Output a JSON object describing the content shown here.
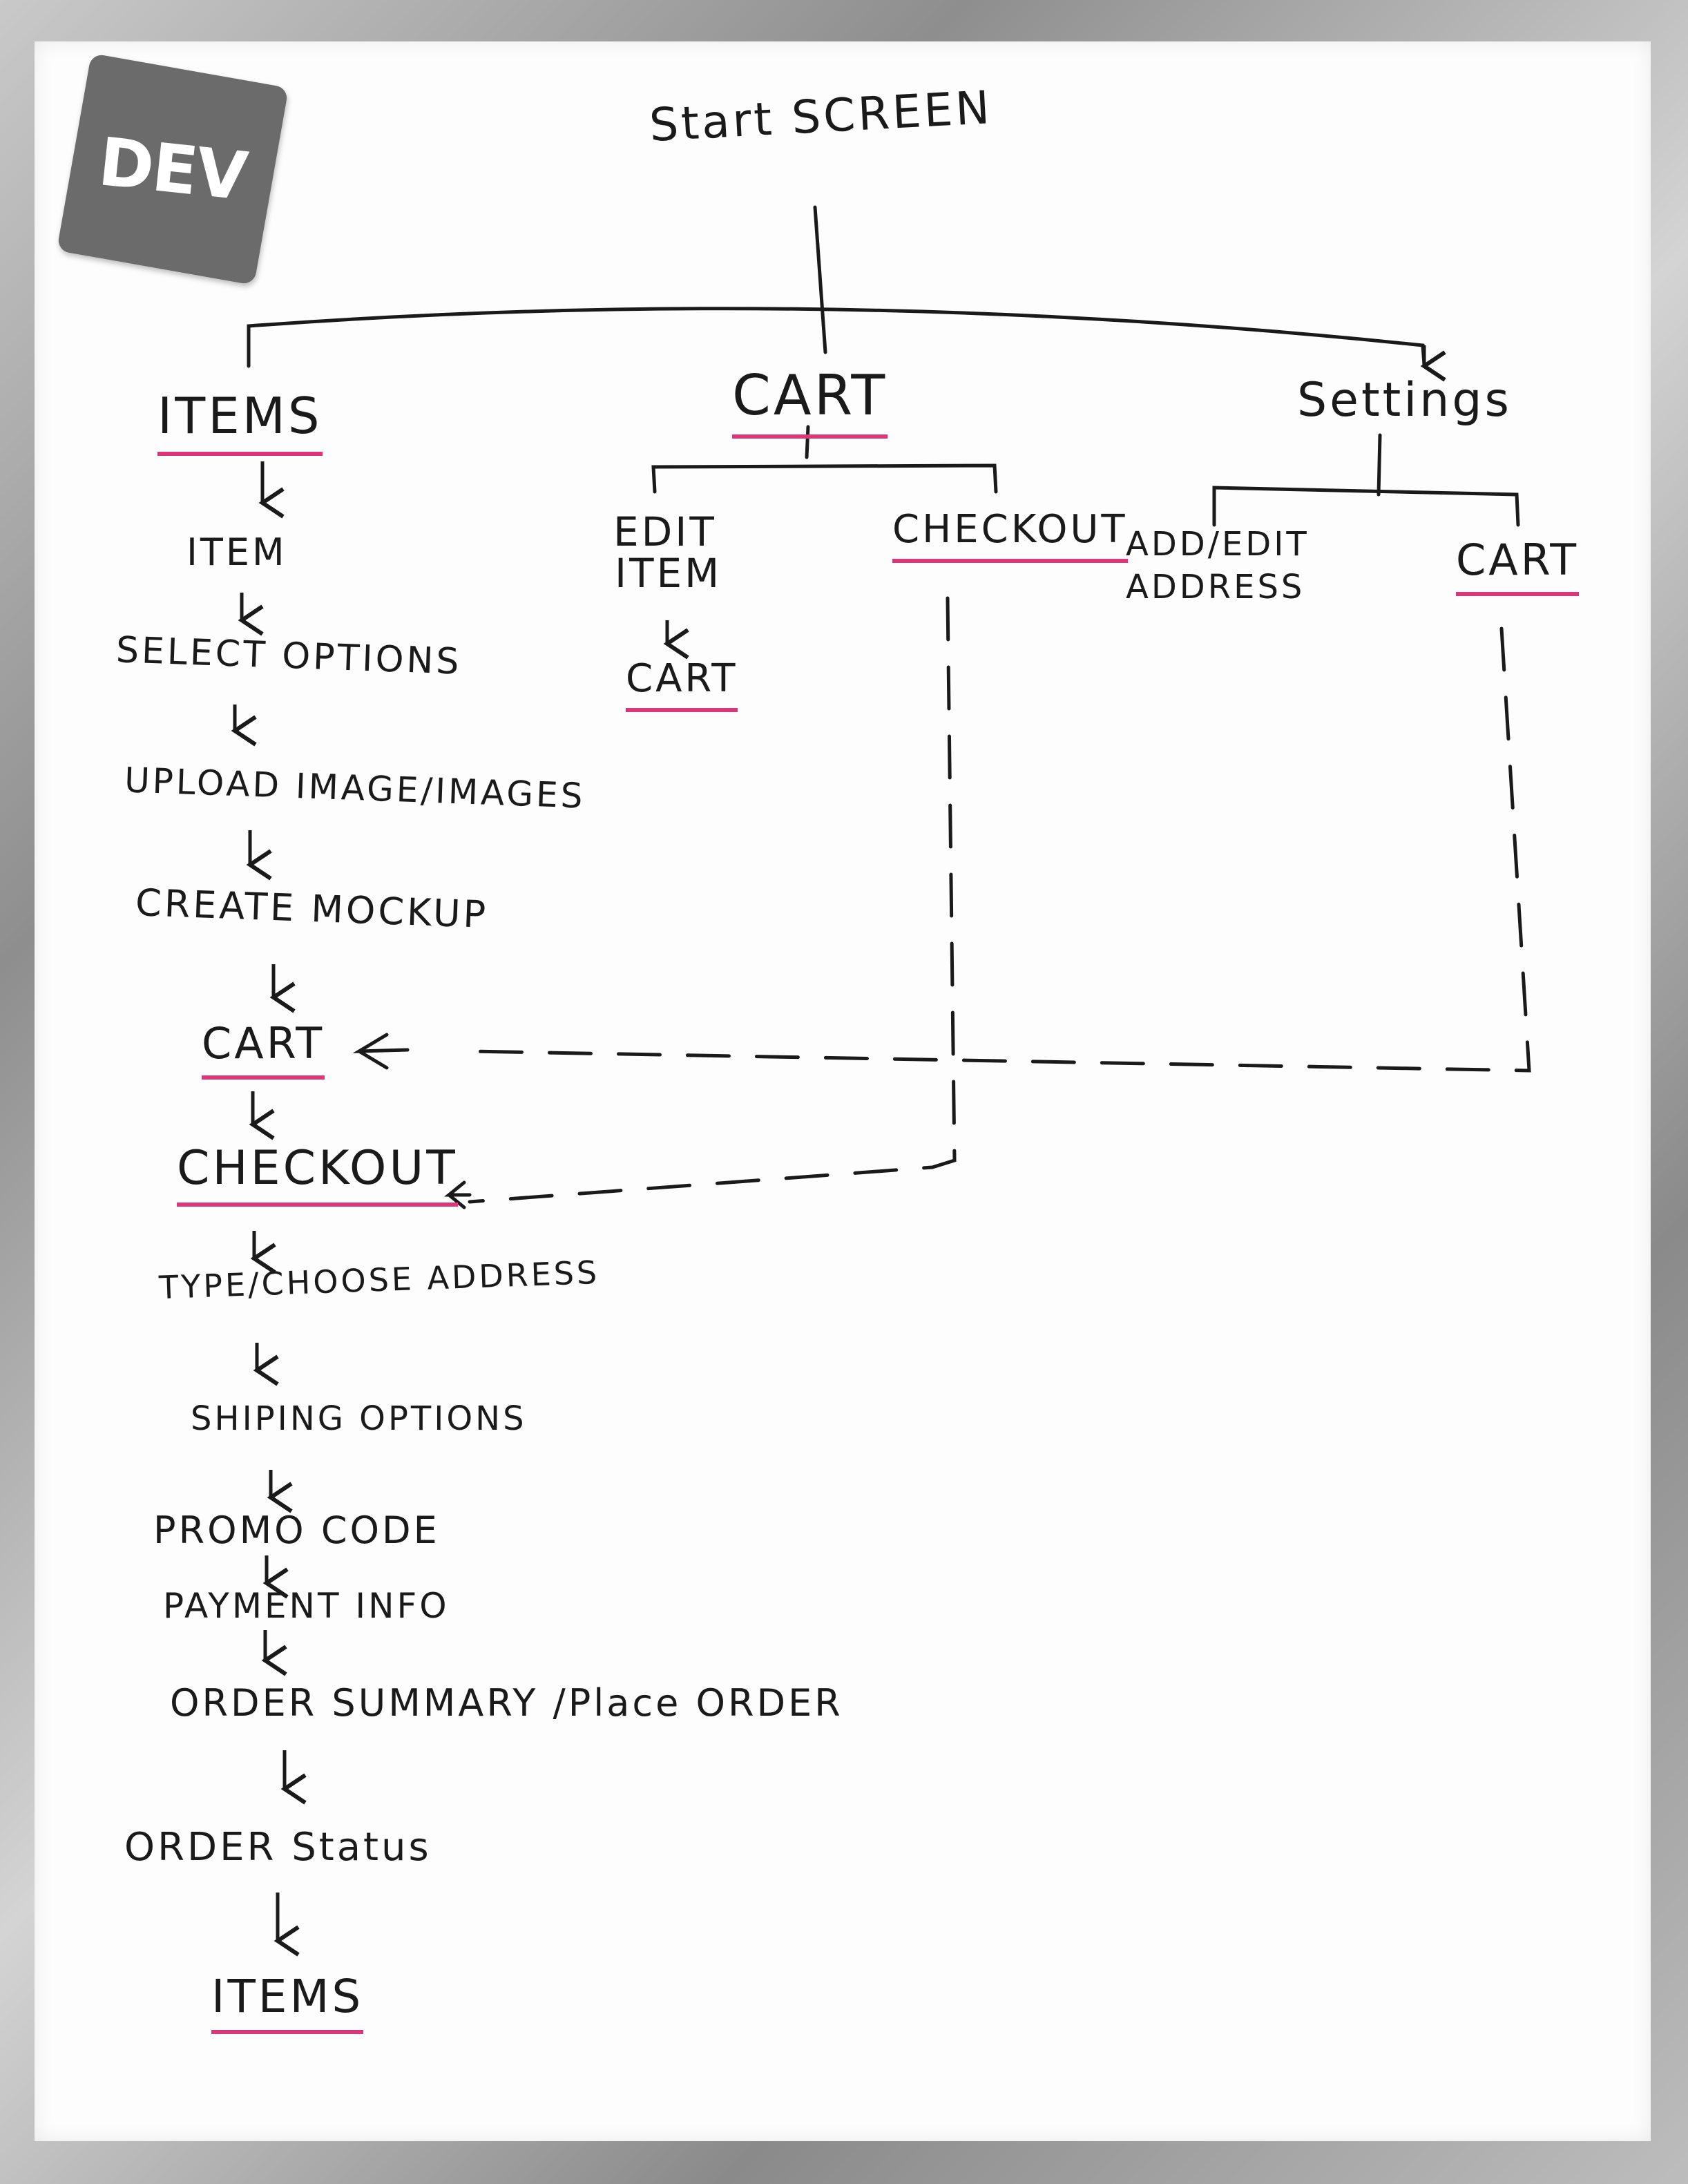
{
  "logo": {
    "text": "DEV"
  },
  "nodes": {
    "start": "Start SCREEN",
    "items": "ITEMS",
    "cart": "CART",
    "settings": "Settings",
    "item": "ITEM",
    "select_options": "SELECT OPTIONS",
    "upload": "UPLOAD IMAGE/IMAGES",
    "mockup": "CREATE MOCKUP",
    "cart_left": "CART",
    "checkout_left": "CHECKOUT",
    "address": "TYPE/CHOOSE ADDRESS",
    "shipping": "SHIPING OPTIONS",
    "promo": "PROMO CODE",
    "payment": "PAYMENT INFO",
    "summary": "ORDER SUMMARY /Place ORDER",
    "status": "ORDER Status",
    "items_end": "ITEMS",
    "edit_item_1": "EDIT",
    "edit_item_2": "ITEM",
    "cart_edit": "CART",
    "checkout_mid": "CHECKOUT",
    "address_edit_1": "ADD/EDIT",
    "address_edit_2": "ADDRESS",
    "cart_settings": "CART"
  },
  "colors": {
    "ink": "#1a1a1a",
    "underline": "#d6387a",
    "logo_bg": "#6b6b6b"
  }
}
